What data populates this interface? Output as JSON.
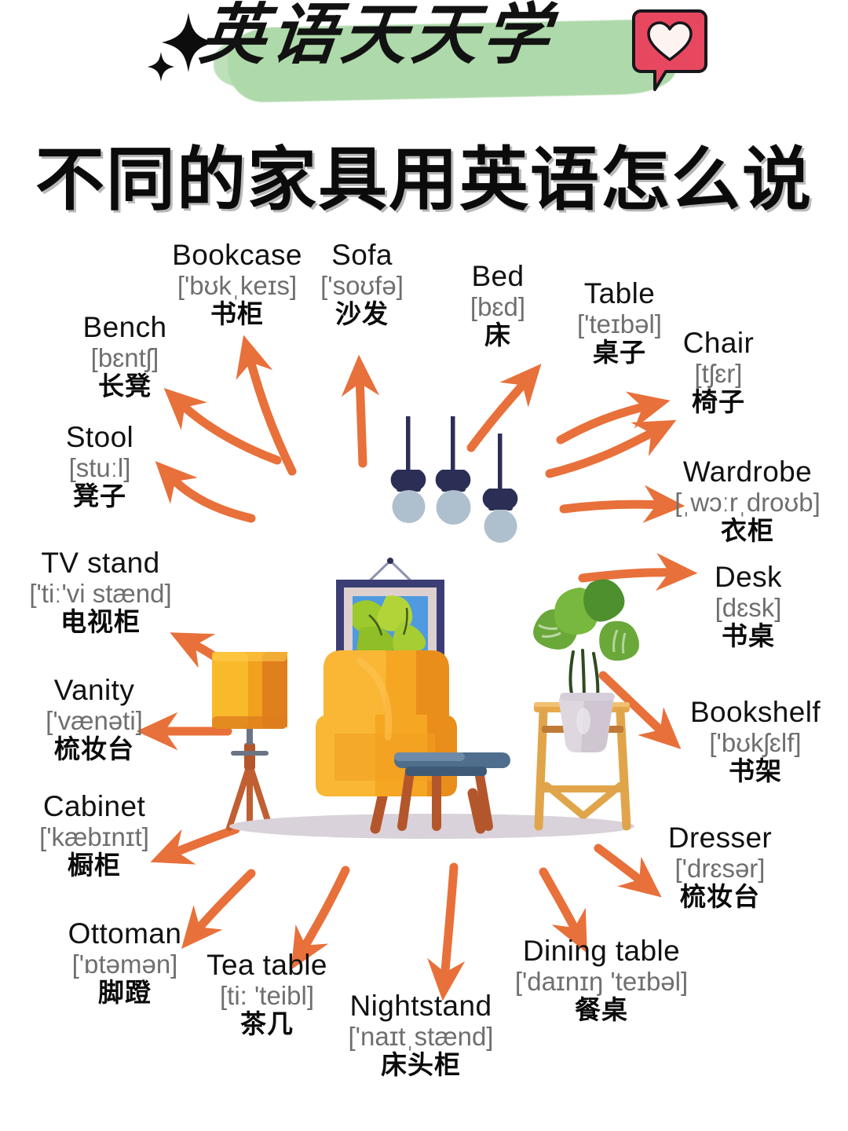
{
  "header": {
    "brand_title": "英语天天学",
    "sparkle_icon": "four-point-sparkle",
    "heart_icon": "heart-in-speech-bubble",
    "brush_color": "#8fcb8a",
    "bubble_color": "#e8485f"
  },
  "main": {
    "title": "不同的家具用英语怎么说",
    "arrow_color": "#e8703a"
  },
  "scene": {
    "armchair_color": "#f5a623",
    "lamp_shade_color": "#f0a11e",
    "coffee_table_color": "#4f6d8c",
    "pendant_fixture_color": "#2b2f55",
    "bulb_color": "#aebfce",
    "plant_leaf_color": "#6aa83a",
    "pot_color": "#cfc6d2",
    "frame_color": "#3b3d74",
    "floor_shadow_color": "#d9d2da"
  },
  "labels": [
    {
      "id": "bookcase",
      "en": "Bookcase",
      "ipa": "['bʊkˌkeɪs]",
      "cn": "书柜"
    },
    {
      "id": "sofa",
      "en": "Sofa",
      "ipa": "['soʊfə]",
      "cn": "沙发"
    },
    {
      "id": "bed",
      "en": "Bed",
      "ipa": "[bɛd]",
      "cn": "床"
    },
    {
      "id": "table",
      "en": "Table",
      "ipa": "['teɪbəl]",
      "cn": "桌子"
    },
    {
      "id": "chair",
      "en": "Chair",
      "ipa": "[tʃɛr]",
      "cn": "椅子"
    },
    {
      "id": "bench",
      "en": "Bench",
      "ipa": "[bɛntʃ]",
      "cn": "长凳"
    },
    {
      "id": "stool",
      "en": "Stool",
      "ipa": "[stuːl]",
      "cn": "凳子"
    },
    {
      "id": "wardrobe",
      "en": "Wardrobe",
      "ipa": "[ˌwɔːrˌdroʊb]",
      "cn": "衣柜"
    },
    {
      "id": "desk",
      "en": "Desk",
      "ipa": "[dɛsk]",
      "cn": "书桌"
    },
    {
      "id": "tv-stand",
      "en": "TV stand",
      "ipa": "['tiː'vi stænd]",
      "cn": "电视柜"
    },
    {
      "id": "bookshelf",
      "en": "Bookshelf",
      "ipa": "['bʊkʃɛlf]",
      "cn": "书架"
    },
    {
      "id": "vanity",
      "en": "Vanity",
      "ipa": "['vænəti]",
      "cn": "梳妆台"
    },
    {
      "id": "cabinet",
      "en": "Cabinet",
      "ipa": "['kæbɪnɪt]",
      "cn": "橱柜"
    },
    {
      "id": "dresser",
      "en": "Dresser",
      "ipa": "['drɛsər]",
      "cn": "梳妆台"
    },
    {
      "id": "ottoman",
      "en": "Ottoman",
      "ipa": "['ɒtəmən]",
      "cn": "脚蹬"
    },
    {
      "id": "tea-table",
      "en": "Tea table",
      "ipa": "[ti: 'teibl]",
      "cn": "茶几"
    },
    {
      "id": "nightstand",
      "en": "Nightstand",
      "ipa": "['naɪtˌstænd]",
      "cn": "床头柜"
    },
    {
      "id": "dining-table",
      "en": "Dining table",
      "ipa": "['daɪnɪŋ 'teɪbəl]",
      "cn": "餐桌"
    }
  ]
}
